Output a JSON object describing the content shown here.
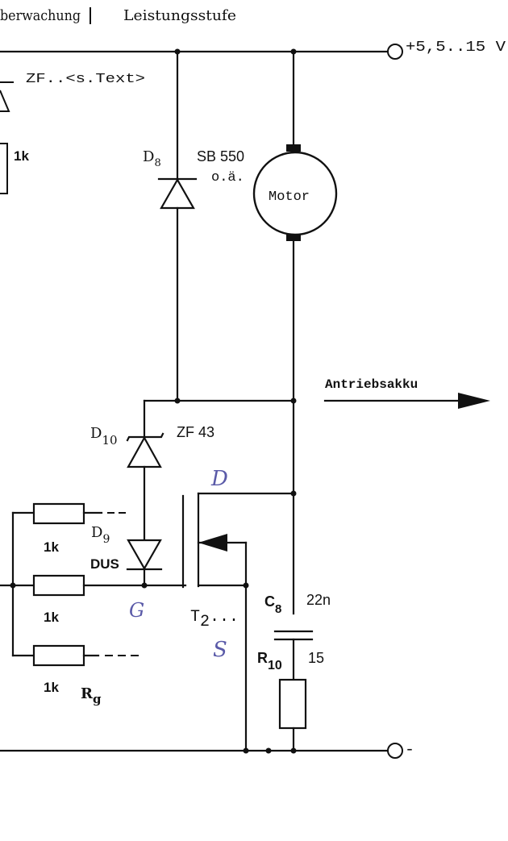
{
  "header": {
    "section_left": "berwachung",
    "section_right": "Leistungsstufe"
  },
  "supply": {
    "positive": "+5,5..15 V",
    "negative": "-"
  },
  "zf_note": "ZF..<s.Text>",
  "left_resistor": "1k",
  "d8": {
    "ref": "D",
    "sub": "8",
    "type": "SB 550",
    "alt": "o.ä."
  },
  "motor": "Motor",
  "battery": "Antriebsakku",
  "d10": {
    "ref": "D",
    "sub": "10",
    "type": "ZF 43"
  },
  "d9": {
    "ref": "D",
    "sub": "9",
    "type": "DUS"
  },
  "gate_resistors": [
    "1k",
    "1k",
    "1k"
  ],
  "rg": {
    "ref": "R",
    "sub": "g"
  },
  "t2": {
    "ref": "T",
    "sub": "2",
    "suffix": "..."
  },
  "c8": {
    "ref": "C",
    "sub": "8",
    "value": "22n"
  },
  "r10": {
    "ref": "R",
    "sub": "10",
    "value": "15"
  },
  "handwritten": {
    "drain": "D",
    "gate": "G",
    "source": "S"
  }
}
